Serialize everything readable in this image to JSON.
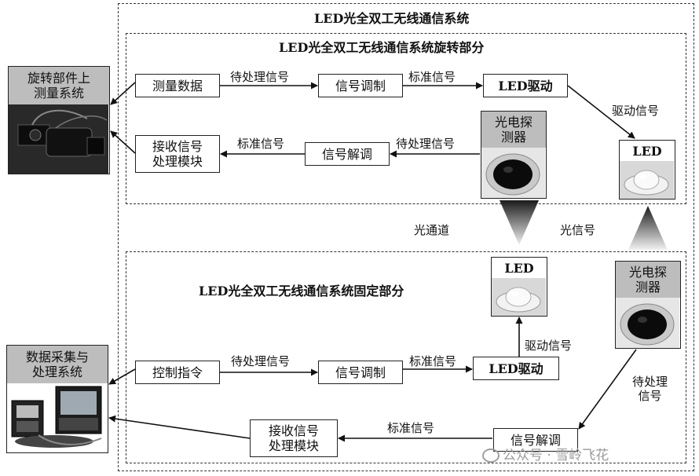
{
  "outer": {
    "title": "LED光全双工无线通信系统"
  },
  "rotating": {
    "title": "LED光全双工无线通信系统旋转部分",
    "measure_data": "测量数据",
    "modulate": "信号调制",
    "led_drive": "LED驱动",
    "demodulate": "信号解调",
    "receive": "接收信号\n处理模块",
    "photodetector": "光电探\n测器",
    "led": "LED",
    "lbl_pending_1": "待处理信号",
    "lbl_standard_1": "标准信号",
    "lbl_drive_signal": "驱动信号",
    "lbl_pending_2": "待处理信号",
    "lbl_standard_2": "标准信号"
  },
  "middle": {
    "optical_channel": "光通道",
    "optical_signal": "光信号"
  },
  "fixed": {
    "title": "LED光全双工无线通信系统固定部分",
    "control": "控制指令",
    "modulate": "信号调制",
    "led_drive": "LED驱动",
    "demodulate": "信号解调",
    "receive": "接收信号\n处理模块",
    "led": "LED",
    "photodetector": "光电探\n测器",
    "lbl_pending_1": "待处理信号",
    "lbl_standard_1": "标准信号",
    "lbl_drive_signal": "驱动信号",
    "lbl_pending_2": "待处理\n信号",
    "lbl_standard_2": "标准信号"
  },
  "left": {
    "rotating_system": "旋转部件上\n测量系统",
    "acquisition_system": "数据采集与\n处理系统"
  },
  "watermark": "公众号 · 雪岭飞花"
}
